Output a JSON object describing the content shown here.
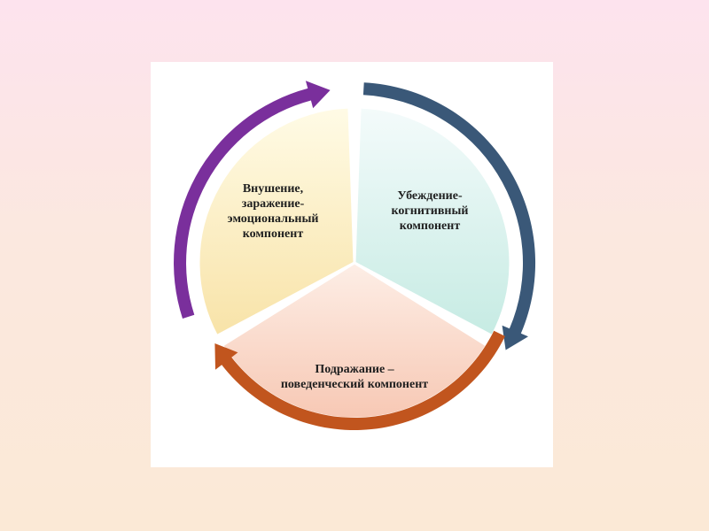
{
  "diagram": {
    "segments": [
      {
        "id": "left",
        "lines": [
          "Внушение,",
          "заражение-",
          "эмоциональный",
          "компонент"
        ],
        "fill_light": "#fffbe6",
        "fill_dark": "#f8e3a8",
        "arrow_color": "#7a2f9c"
      },
      {
        "id": "right",
        "lines": [
          "Убеждение-",
          "когнитивный",
          "компонент"
        ],
        "fill_light": "#f4fbfb",
        "fill_dark": "#c6ebe3",
        "arrow_color": "#3a5878"
      },
      {
        "id": "bottom",
        "lines": [
          "Подражание –",
          "поведенческий компонент"
        ],
        "fill_light": "#fdeee6",
        "fill_dark": "#f7c8b4",
        "arrow_color": "#c1551e"
      }
    ]
  }
}
